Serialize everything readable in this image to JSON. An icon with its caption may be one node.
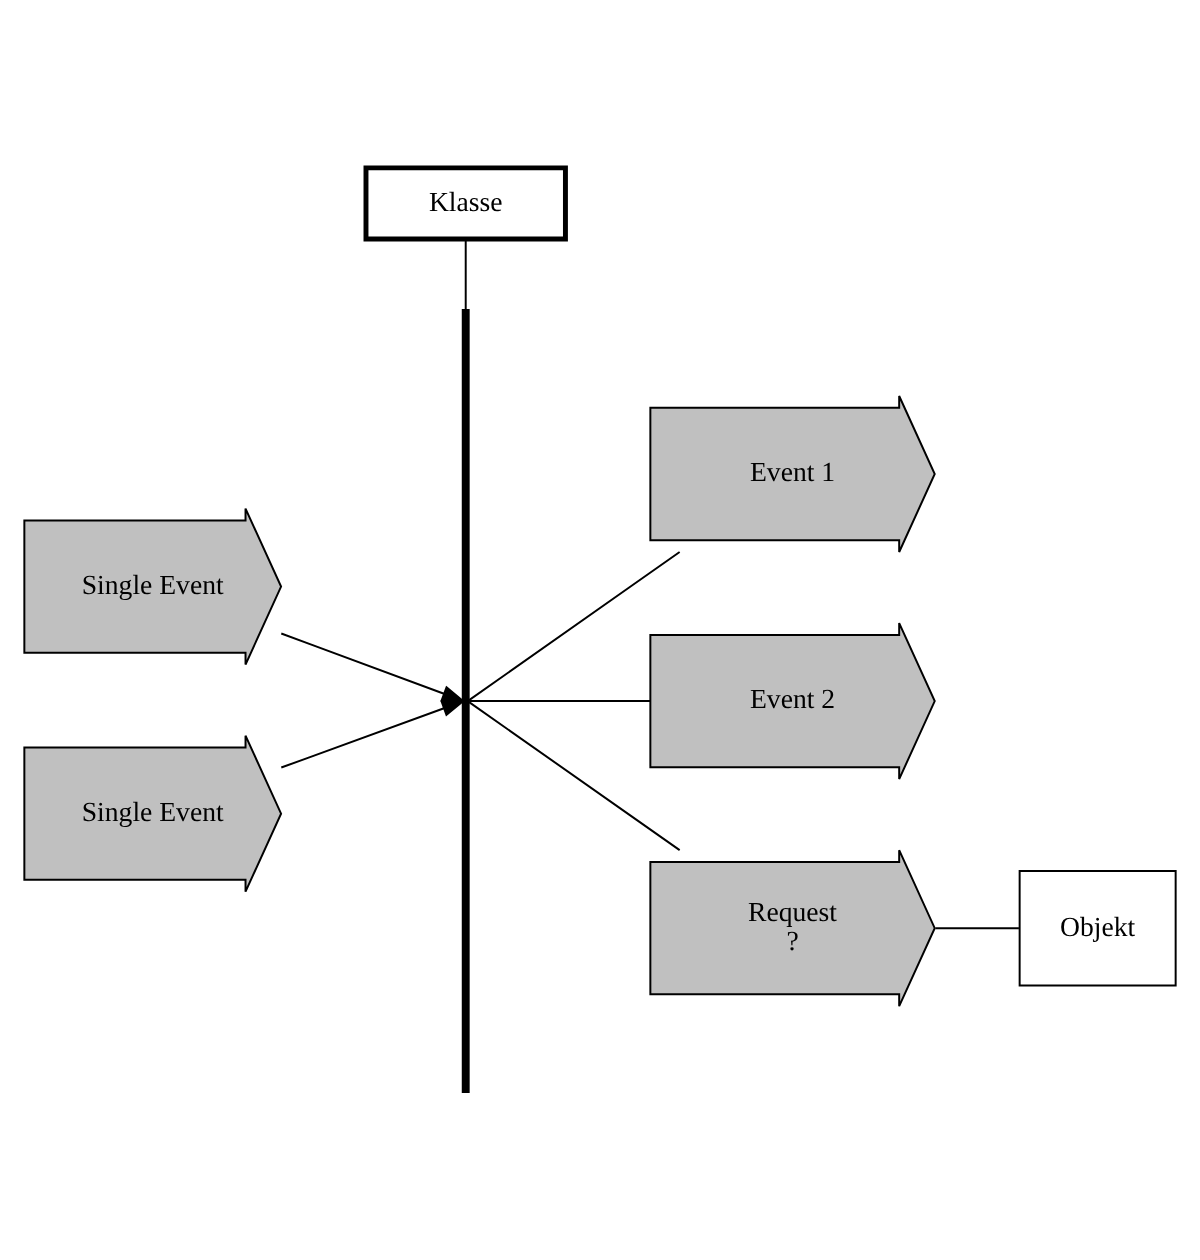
{
  "diagram": {
    "nodes": [
      {
        "text": [
          "Klasse"
        ]
      },
      {
        "text": [],
        "shape": "bar"
      },
      {
        "text": [
          "Single Event"
        ]
      },
      {
        "text": [
          "Event 1"
        ]
      },
      {
        "text": [
          "Event 2"
        ]
      },
      {
        "text": [
          "Single Event"
        ]
      },
      {
        "text": [
          "Request",
          "?"
        ]
      },
      {
        "text": [
          "Objekt"
        ]
      }
    ],
    "edges": [
      {
        "from": 0,
        "to": 1,
        "arrow": "none"
      },
      {
        "from": 2,
        "to": 1,
        "arrow": "to"
      },
      {
        "from": 1,
        "to": 3,
        "arrow": "none"
      },
      {
        "from": 1,
        "to": 4,
        "arrow": "none"
      },
      {
        "from": 5,
        "to": 1,
        "arrow": "to"
      },
      {
        "from": 1,
        "to": 6,
        "arrow": "none"
      },
      {
        "from": 6,
        "to": 7,
        "arrow": "none"
      }
    ]
  }
}
